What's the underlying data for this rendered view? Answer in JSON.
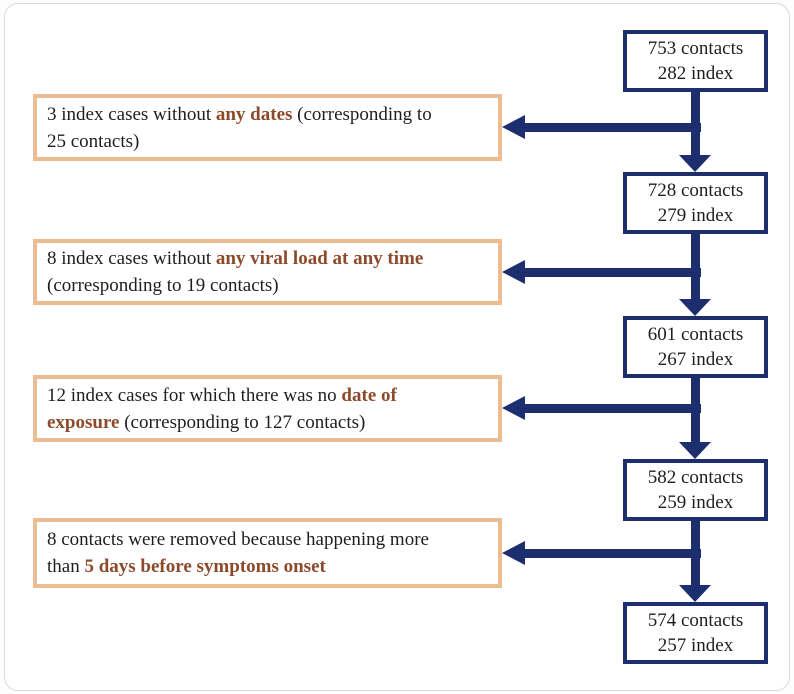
{
  "flowchart": {
    "stages": [
      {
        "contacts": "753 contacts",
        "index": "282 index"
      },
      {
        "contacts": "728 contacts",
        "index": "279 index"
      },
      {
        "contacts": "601 contacts",
        "index": "267 index"
      },
      {
        "contacts": "582 contacts",
        "index": "259 index"
      },
      {
        "contacts": "574 contacts",
        "index": "257 index"
      }
    ],
    "exclusions": [
      {
        "prefix": "3 index cases without ",
        "highlight": "any dates",
        "suffix": " (corresponding to\n25 contacts)"
      },
      {
        "prefix": "8 index cases without ",
        "highlight": "any viral load at any time",
        "suffix": "\n(corresponding to 19 contacts)"
      },
      {
        "prefix": "12 index cases for which there was no ",
        "highlight": "date of\nexposure",
        "suffix": " (corresponding to 127 contacts)"
      },
      {
        "prefix": "8 contacts were removed because happening more\nthan ",
        "highlight": "5 days before symptoms onset",
        "suffix": ""
      }
    ],
    "colors": {
      "stage_border": "#1c2e6e",
      "exclusion_border": "#ecbc92",
      "highlight_text": "#8d4a2b",
      "arrow": "#1c2e6e"
    }
  }
}
